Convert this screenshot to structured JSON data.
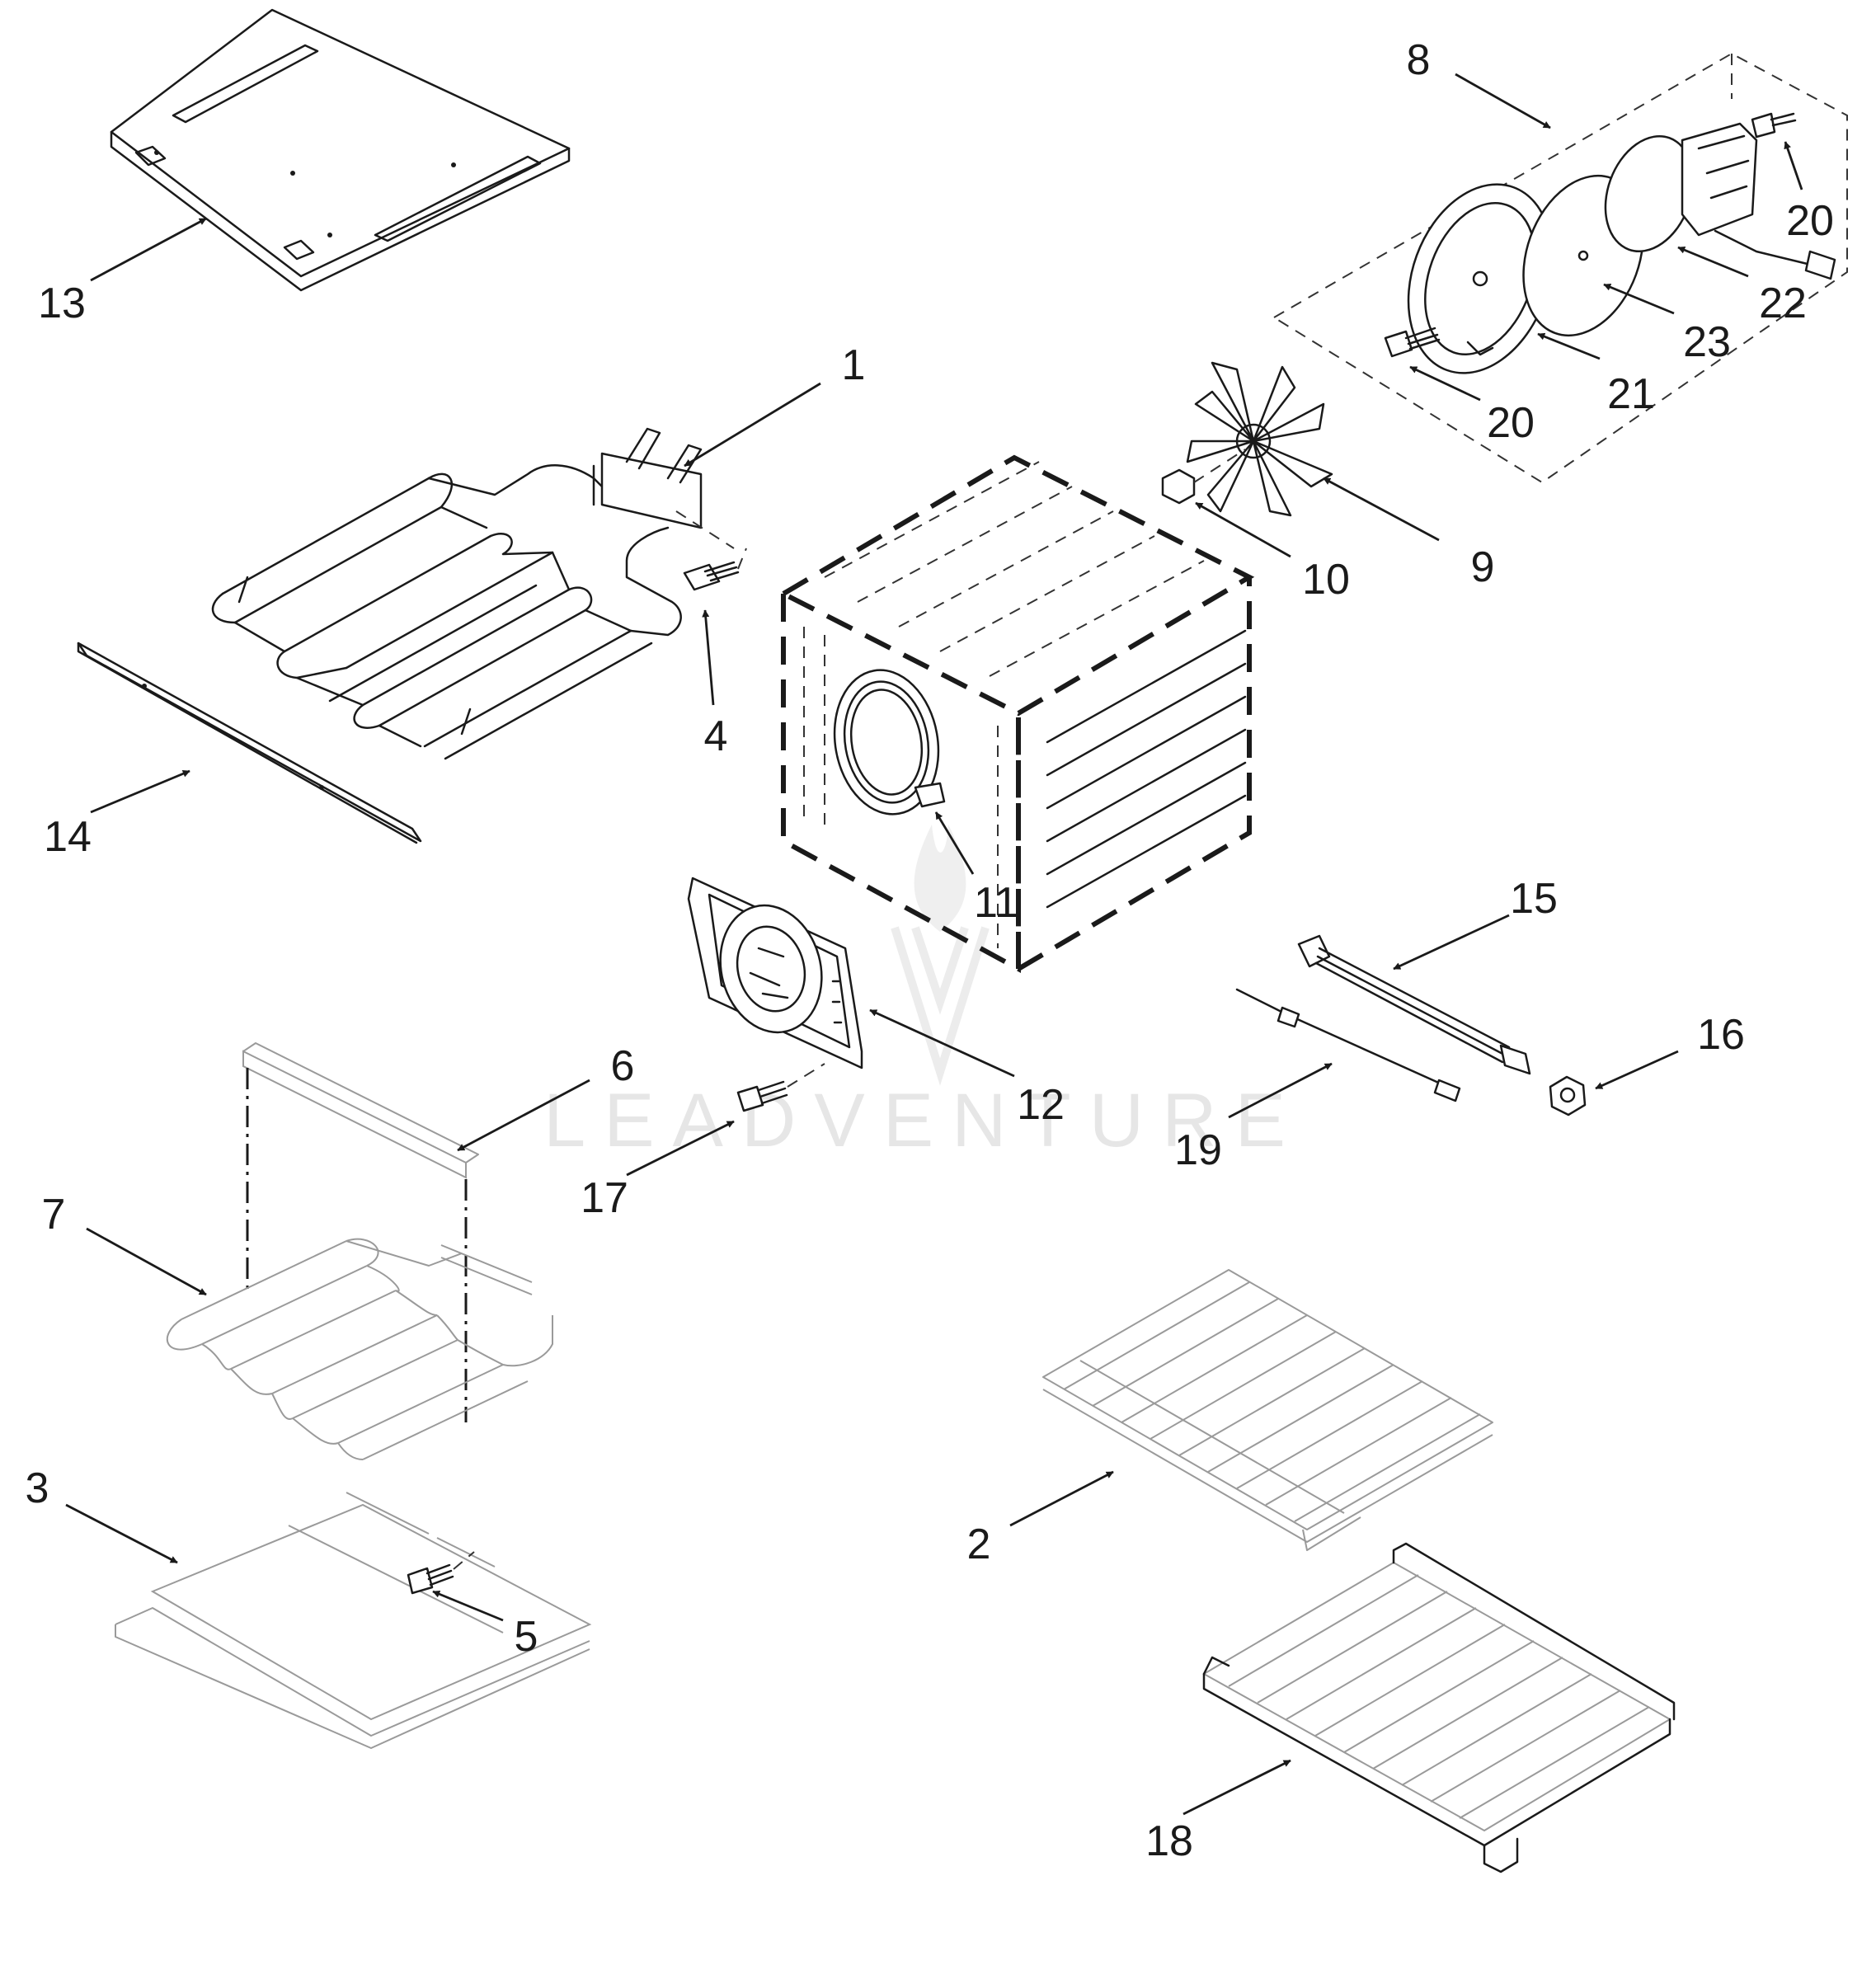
{
  "watermark": "LEADVENTURE",
  "callouts": [
    {
      "id": "13",
      "label": "13"
    },
    {
      "id": "1",
      "label": "1"
    },
    {
      "id": "4",
      "label": "4"
    },
    {
      "id": "14",
      "label": "14"
    },
    {
      "id": "8",
      "label": "8"
    },
    {
      "id": "20a",
      "label": "20"
    },
    {
      "id": "22",
      "label": "22"
    },
    {
      "id": "23",
      "label": "23"
    },
    {
      "id": "21",
      "label": "21"
    },
    {
      "id": "20b",
      "label": "20"
    },
    {
      "id": "10",
      "label": "10"
    },
    {
      "id": "9",
      "label": "9"
    },
    {
      "id": "11",
      "label": "11"
    },
    {
      "id": "12",
      "label": "12"
    },
    {
      "id": "15",
      "label": "15"
    },
    {
      "id": "16",
      "label": "16"
    },
    {
      "id": "19",
      "label": "19"
    },
    {
      "id": "17",
      "label": "17"
    },
    {
      "id": "6",
      "label": "6"
    },
    {
      "id": "7",
      "label": "7"
    },
    {
      "id": "3",
      "label": "3"
    },
    {
      "id": "5",
      "label": "5"
    },
    {
      "id": "2",
      "label": "2"
    },
    {
      "id": "18",
      "label": "18"
    }
  ]
}
